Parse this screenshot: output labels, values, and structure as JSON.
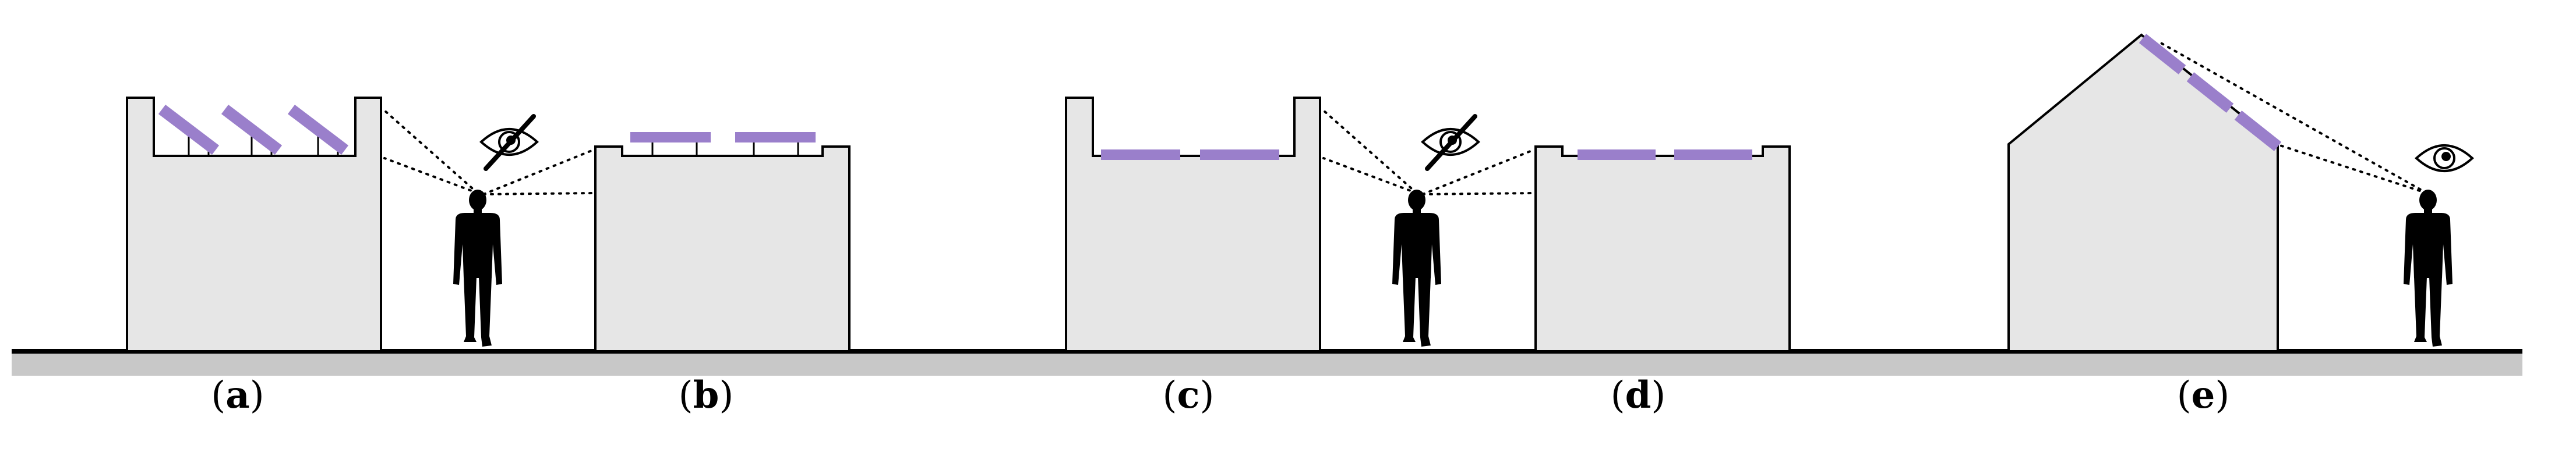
{
  "panels": [
    {
      "id": "a",
      "label": "a"
    },
    {
      "id": "b",
      "label": "b"
    },
    {
      "id": "c",
      "label": "c"
    },
    {
      "id": "d",
      "label": "d"
    },
    {
      "id": "e",
      "label": "e"
    }
  ],
  "colors": {
    "building_fill": "#e6e6e6",
    "outline": "#000000",
    "solar_panel": "#9a7fcb",
    "ground_band": "#c8c8c8",
    "person": "#000000"
  },
  "icons": {
    "visible": "eye-icon",
    "not_visible": "eye-crossed-icon"
  }
}
